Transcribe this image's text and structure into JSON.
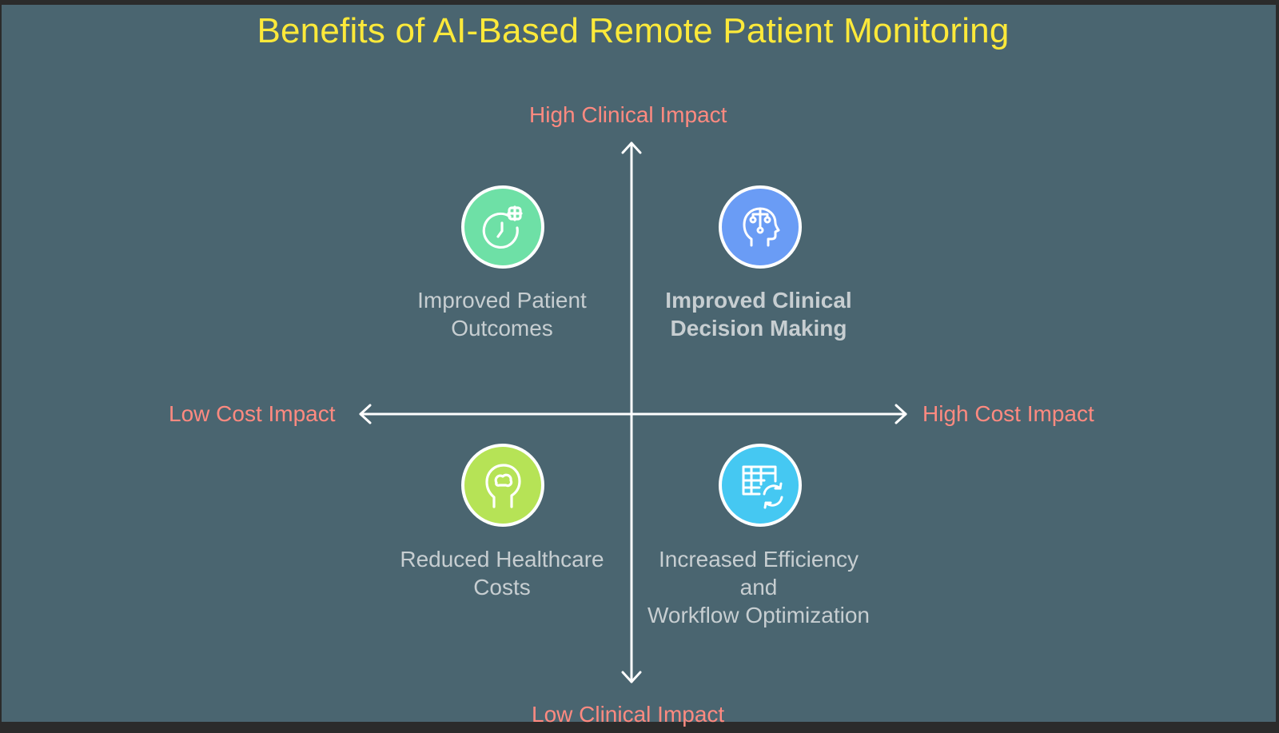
{
  "title": "Benefits of AI-Based Remote Patient Monitoring",
  "axes": {
    "y_top": "High Clinical Impact",
    "y_bottom": "Low Clinical Impact",
    "x_left": "Low Cost Impact",
    "x_right": "High Cost Impact"
  },
  "quadrants": [
    {
      "id": "outcomes",
      "line1": "Improved Patient",
      "line2": "Outcomes",
      "icon": "clock-plus-icon",
      "color": "#6ee0a6"
    },
    {
      "id": "decision",
      "line1": "Improved Clinical",
      "line2": "Decision Making",
      "icon": "head-circuit-icon",
      "color": "#6a9cf5"
    },
    {
      "id": "costs",
      "line1": "Reduced Healthcare",
      "line2": "Costs",
      "icon": "head-brain-icon",
      "color": "#b6e356"
    },
    {
      "id": "efficiency",
      "line1": "Increased Efficiency and",
      "line2": "Workflow Optimization",
      "icon": "table-refresh-icon",
      "color": "#45c8f2"
    }
  ],
  "colors": {
    "background": "#4a6570",
    "title": "#fde93a",
    "axis_label": "#ff8a80",
    "quadrant_label": "#c7ced1"
  }
}
